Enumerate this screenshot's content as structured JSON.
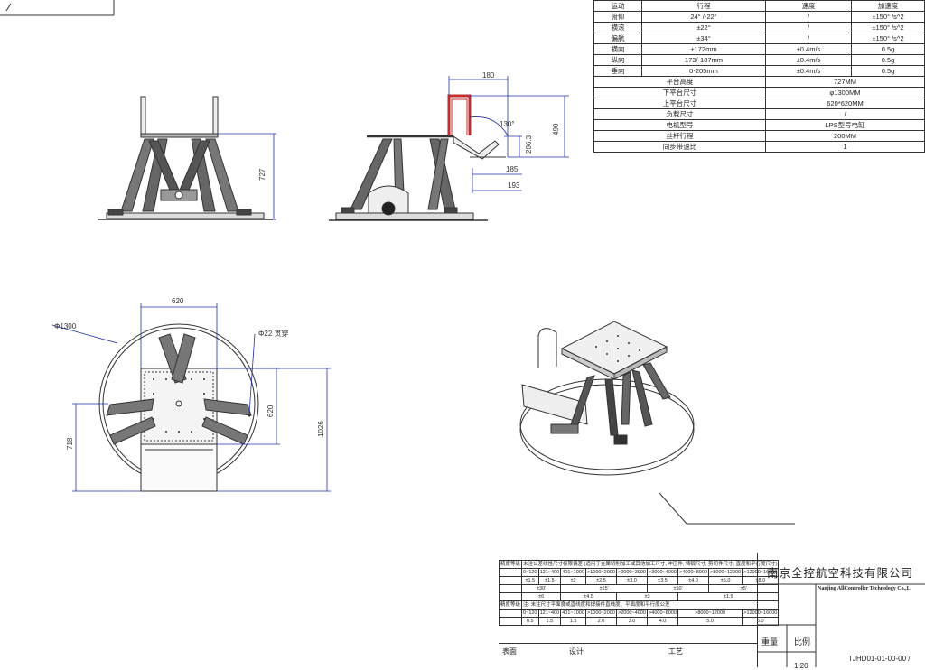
{
  "spec_table": {
    "rows": [
      [
        "运动",
        "行程",
        "速度",
        "加速度"
      ],
      [
        "俯仰",
        "24° /-22°",
        "/",
        "±150° /s^2"
      ],
      [
        "横滚",
        "±22°",
        "/",
        "±150° /s^2"
      ],
      [
        "偏航",
        "±34°",
        "/",
        "±150° /s^2"
      ],
      [
        "横向",
        "±172mm",
        "±0.4m/s",
        "0.5g"
      ],
      [
        "纵向",
        "173/-187mm",
        "±0.4m/s",
        "0.5g"
      ],
      [
        "垂向",
        "0-205mm",
        "±0.4m/s",
        "0.5g"
      ]
    ],
    "params": [
      [
        "平台高度",
        "727MM"
      ],
      [
        "下平台尺寸",
        "φ1300MM"
      ],
      [
        "上平台尺寸",
        "620*620MM"
      ],
      [
        "负载尺寸",
        "/"
      ],
      [
        "电机型号",
        "LPS型号电缸"
      ],
      [
        "丝杆行程",
        "200MM"
      ],
      [
        "同步带速比",
        "1"
      ]
    ]
  },
  "dimensions": {
    "front_height": "727",
    "side_180": "180",
    "side_angle": "130°",
    "side_490": "490",
    "side_2063": "206.3",
    "side_185": "185",
    "side_193": "193",
    "top_620": "620",
    "top_dia": "Φ1300",
    "top_hole": "Φ22 贯穿",
    "top_620v": "620",
    "top_718": "718",
    "top_1026": "1026"
  },
  "tolerance_table": {
    "rows": [
      [
        "精度等级",
        "未注公差线性尺寸极限偏差 (适用于金属切削加工或其他加工尺寸, 冲压件, 铸锻尺寸, 剪切件尺寸, 直度和平行度尺寸)"
      ],
      [
        "0~120",
        "121~400",
        "401~1000",
        ">1000~2000",
        ">2000~3000",
        ">3000~4000",
        ">4000~8000",
        ">8000~12000",
        ">12000~16000"
      ],
      [
        "±1.5",
        "±1.5",
        "±2",
        "±2.5",
        "±3.0",
        "±3.5",
        "±4.0",
        "±6.0",
        "±8.0"
      ],
      [
        "±30'",
        "±15'",
        "±10'",
        "±5'"
      ],
      [
        "±6",
        "±4.5",
        "±3",
        "±1.5"
      ],
      [
        "精度等级",
        "注: 未注尺寸平面度或直线度和焊接件直线度、平面度和平行度公差"
      ],
      [
        "0~120",
        "121~400",
        "401~1000",
        ">1000~2000",
        ">2000~4000",
        ">4000~8000",
        ">8000~12000",
        ">12000~16000"
      ],
      [
        "0.5",
        "1.5",
        "1.5",
        "2.0",
        "3.0",
        "4.0",
        "5.0",
        "6.0"
      ]
    ]
  },
  "title_block": {
    "company": "南京全控航空科技有限公司",
    "company_en": "Nanjing AllController Technology Co.,L",
    "weight_label": "重量",
    "scale_label": "比例",
    "scale_value": "1:20",
    "drawing_no": "TJHD01-01-00-00 /",
    "design_label": "设计",
    "process_label": "工艺",
    "table_label": "表面"
  }
}
